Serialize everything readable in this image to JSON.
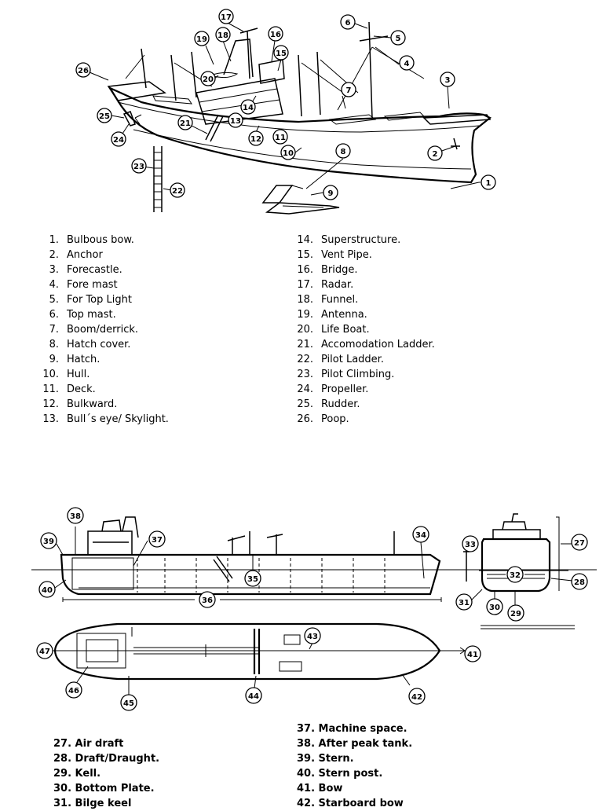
{
  "top_figure": {
    "callouts": [
      "1",
      "2",
      "3",
      "4",
      "5",
      "6",
      "7",
      "8",
      "9",
      "10",
      "11",
      "12",
      "13",
      "14",
      "15",
      "16",
      "17",
      "18",
      "19",
      "20",
      "21",
      "22",
      "23",
      "24",
      "25",
      "26"
    ]
  },
  "top_legend": {
    "left": [
      {
        "num": "1.",
        "label": "Bulbous bow."
      },
      {
        "num": "2.",
        "label": "Anchor"
      },
      {
        "num": "3.",
        "label": "Forecastle."
      },
      {
        "num": "4.",
        "label": "Fore mast"
      },
      {
        "num": "5.",
        "label": "For Top Light"
      },
      {
        "num": "6.",
        "label": "Top mast."
      },
      {
        "num": "7.",
        "label": "Boom/derrick."
      },
      {
        "num": "8.",
        "label": "Hatch cover."
      },
      {
        "num": "9.",
        "label": "Hatch."
      },
      {
        "num": "10.",
        "label": "Hull."
      },
      {
        "num": "11.",
        "label": "Deck."
      },
      {
        "num": "12.",
        "label": "Bulkward."
      },
      {
        "num": "13.",
        "label": "Bull´s eye/ Skylight."
      }
    ],
    "right": [
      {
        "num": "14.",
        "label": "Superstructure."
      },
      {
        "num": "15.",
        "label": "Vent Pipe."
      },
      {
        "num": "16.",
        "label": "Bridge."
      },
      {
        "num": "17.",
        "label": "Radar."
      },
      {
        "num": "18.",
        "label": "Funnel."
      },
      {
        "num": "19.",
        "label": "Antenna."
      },
      {
        "num": "20.",
        "label": "Life Boat."
      },
      {
        "num": "21.",
        "label": "Accomodation Ladder."
      },
      {
        "num": "22.",
        "label": "Pilot Ladder."
      },
      {
        "num": "23.",
        "label": "Pilot Climbing."
      },
      {
        "num": "24.",
        "label": "Propeller."
      },
      {
        "num": "25.",
        "label": "Rudder."
      },
      {
        "num": "26.",
        "label": "Poop."
      }
    ]
  },
  "bottom_figure": {
    "callouts": [
      "27",
      "28",
      "29",
      "30",
      "31",
      "32",
      "33",
      "34",
      "35",
      "36",
      "37",
      "38",
      "39",
      "40",
      "41",
      "42",
      "43",
      "44",
      "45",
      "46",
      "47"
    ]
  },
  "bottom_legend": {
    "left": [
      "27. Air draft",
      "28. Draft/Draught.",
      "29. Kell.",
      "30. Bottom Plate.",
      "31. Bilge keel"
    ],
    "right": [
      "37. Machine space.",
      "38. After peak tank.",
      "39. Stern.",
      "40. Stern post.",
      "41. Bow",
      "42. Starboard bow"
    ]
  }
}
